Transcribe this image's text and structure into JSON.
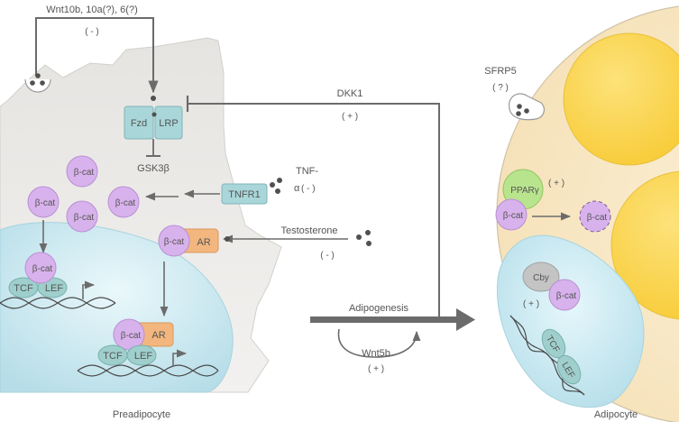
{
  "colors": {
    "preadipocyte_cell": "#e2e0dd",
    "nucleus": "#bfe3ec",
    "adipocyte_cell": "#f8e8c6",
    "lipid_droplet": "#fbd34c",
    "beta_cat": "#d8b2ec",
    "receptor": "#a9d6d9",
    "androgen_receptor": "#f2b67e",
    "tcf_lef": "#9fcfcc",
    "pparg": "#b9e48e",
    "cby": "#c4c4c4",
    "arrow": "#6b6b6b"
  },
  "preadipocyte": {
    "label": "Preadipocyte",
    "wnt_ligands": "Wnt10b, 10a(?), 6(?)",
    "wnt_effect": "( - )",
    "receptors": {
      "fzd": "Fzd",
      "lrp": "LRP"
    },
    "gsk3b": "GSK3β",
    "tnfr1": "TNFR1",
    "tnf_line1": "TNF-",
    "tnf_line2": "α",
    "tnf_effect": "( - )",
    "testosterone": "Testosterone",
    "testosterone_effect": "( - )",
    "beta_cat": "β-cat",
    "ar": "AR",
    "tcf": "TCF",
    "lef": "LEF"
  },
  "transition": {
    "dkk1": "DKK1",
    "dkk1_effect": "( + )",
    "adipogenesis": "Adipogenesis",
    "wnt5b": "Wnt5b",
    "wnt5b_effect": "( + )"
  },
  "adipocyte": {
    "label": "Adipocyte",
    "sfrp5": "SFRP5",
    "sfrp5_effect": "( ? )",
    "pparg": "PPARγ",
    "pparg_effect": "( + )",
    "beta_cat": "β-cat",
    "cby": "Cby",
    "cby_effect": "( + )",
    "tcf": "TCF",
    "lef": "LEF"
  }
}
